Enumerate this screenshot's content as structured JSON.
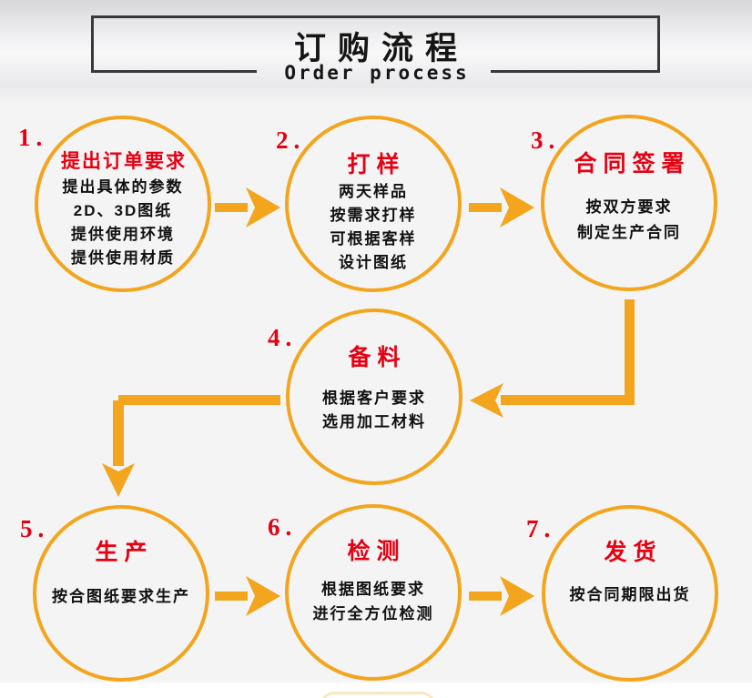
{
  "header": {
    "title": "订购流程",
    "subtitle": "Order process"
  },
  "steps": [
    {
      "num": "1.",
      "title": "提出订单要求",
      "lines": [
        "提出具体的参数",
        "2D、3D图纸",
        "提供使用环境",
        "提供使用材质"
      ]
    },
    {
      "num": "2.",
      "title": "打样",
      "lines": [
        "两天样品",
        "按需求打样",
        "可根据客样",
        "设计图纸"
      ]
    },
    {
      "num": "3.",
      "title": "合同签署",
      "lines": [
        "按双方要求",
        "制定生产合同"
      ]
    },
    {
      "num": "4.",
      "title": "备料",
      "lines": [
        "根据客户要求",
        "选用加工材料"
      ]
    },
    {
      "num": "5.",
      "title": "生产",
      "lines": [
        "按合图纸要求生产"
      ]
    },
    {
      "num": "6.",
      "title": "检测",
      "lines": [
        "根据图纸要求",
        "进行全方位检测"
      ]
    },
    {
      "num": "7.",
      "title": "发货",
      "lines": [
        "按合同期限出货"
      ]
    }
  ],
  "colors": {
    "accent": "#F2A51D",
    "red": "#E60012",
    "title_text": "#151515",
    "border_dark": "#39393B"
  }
}
